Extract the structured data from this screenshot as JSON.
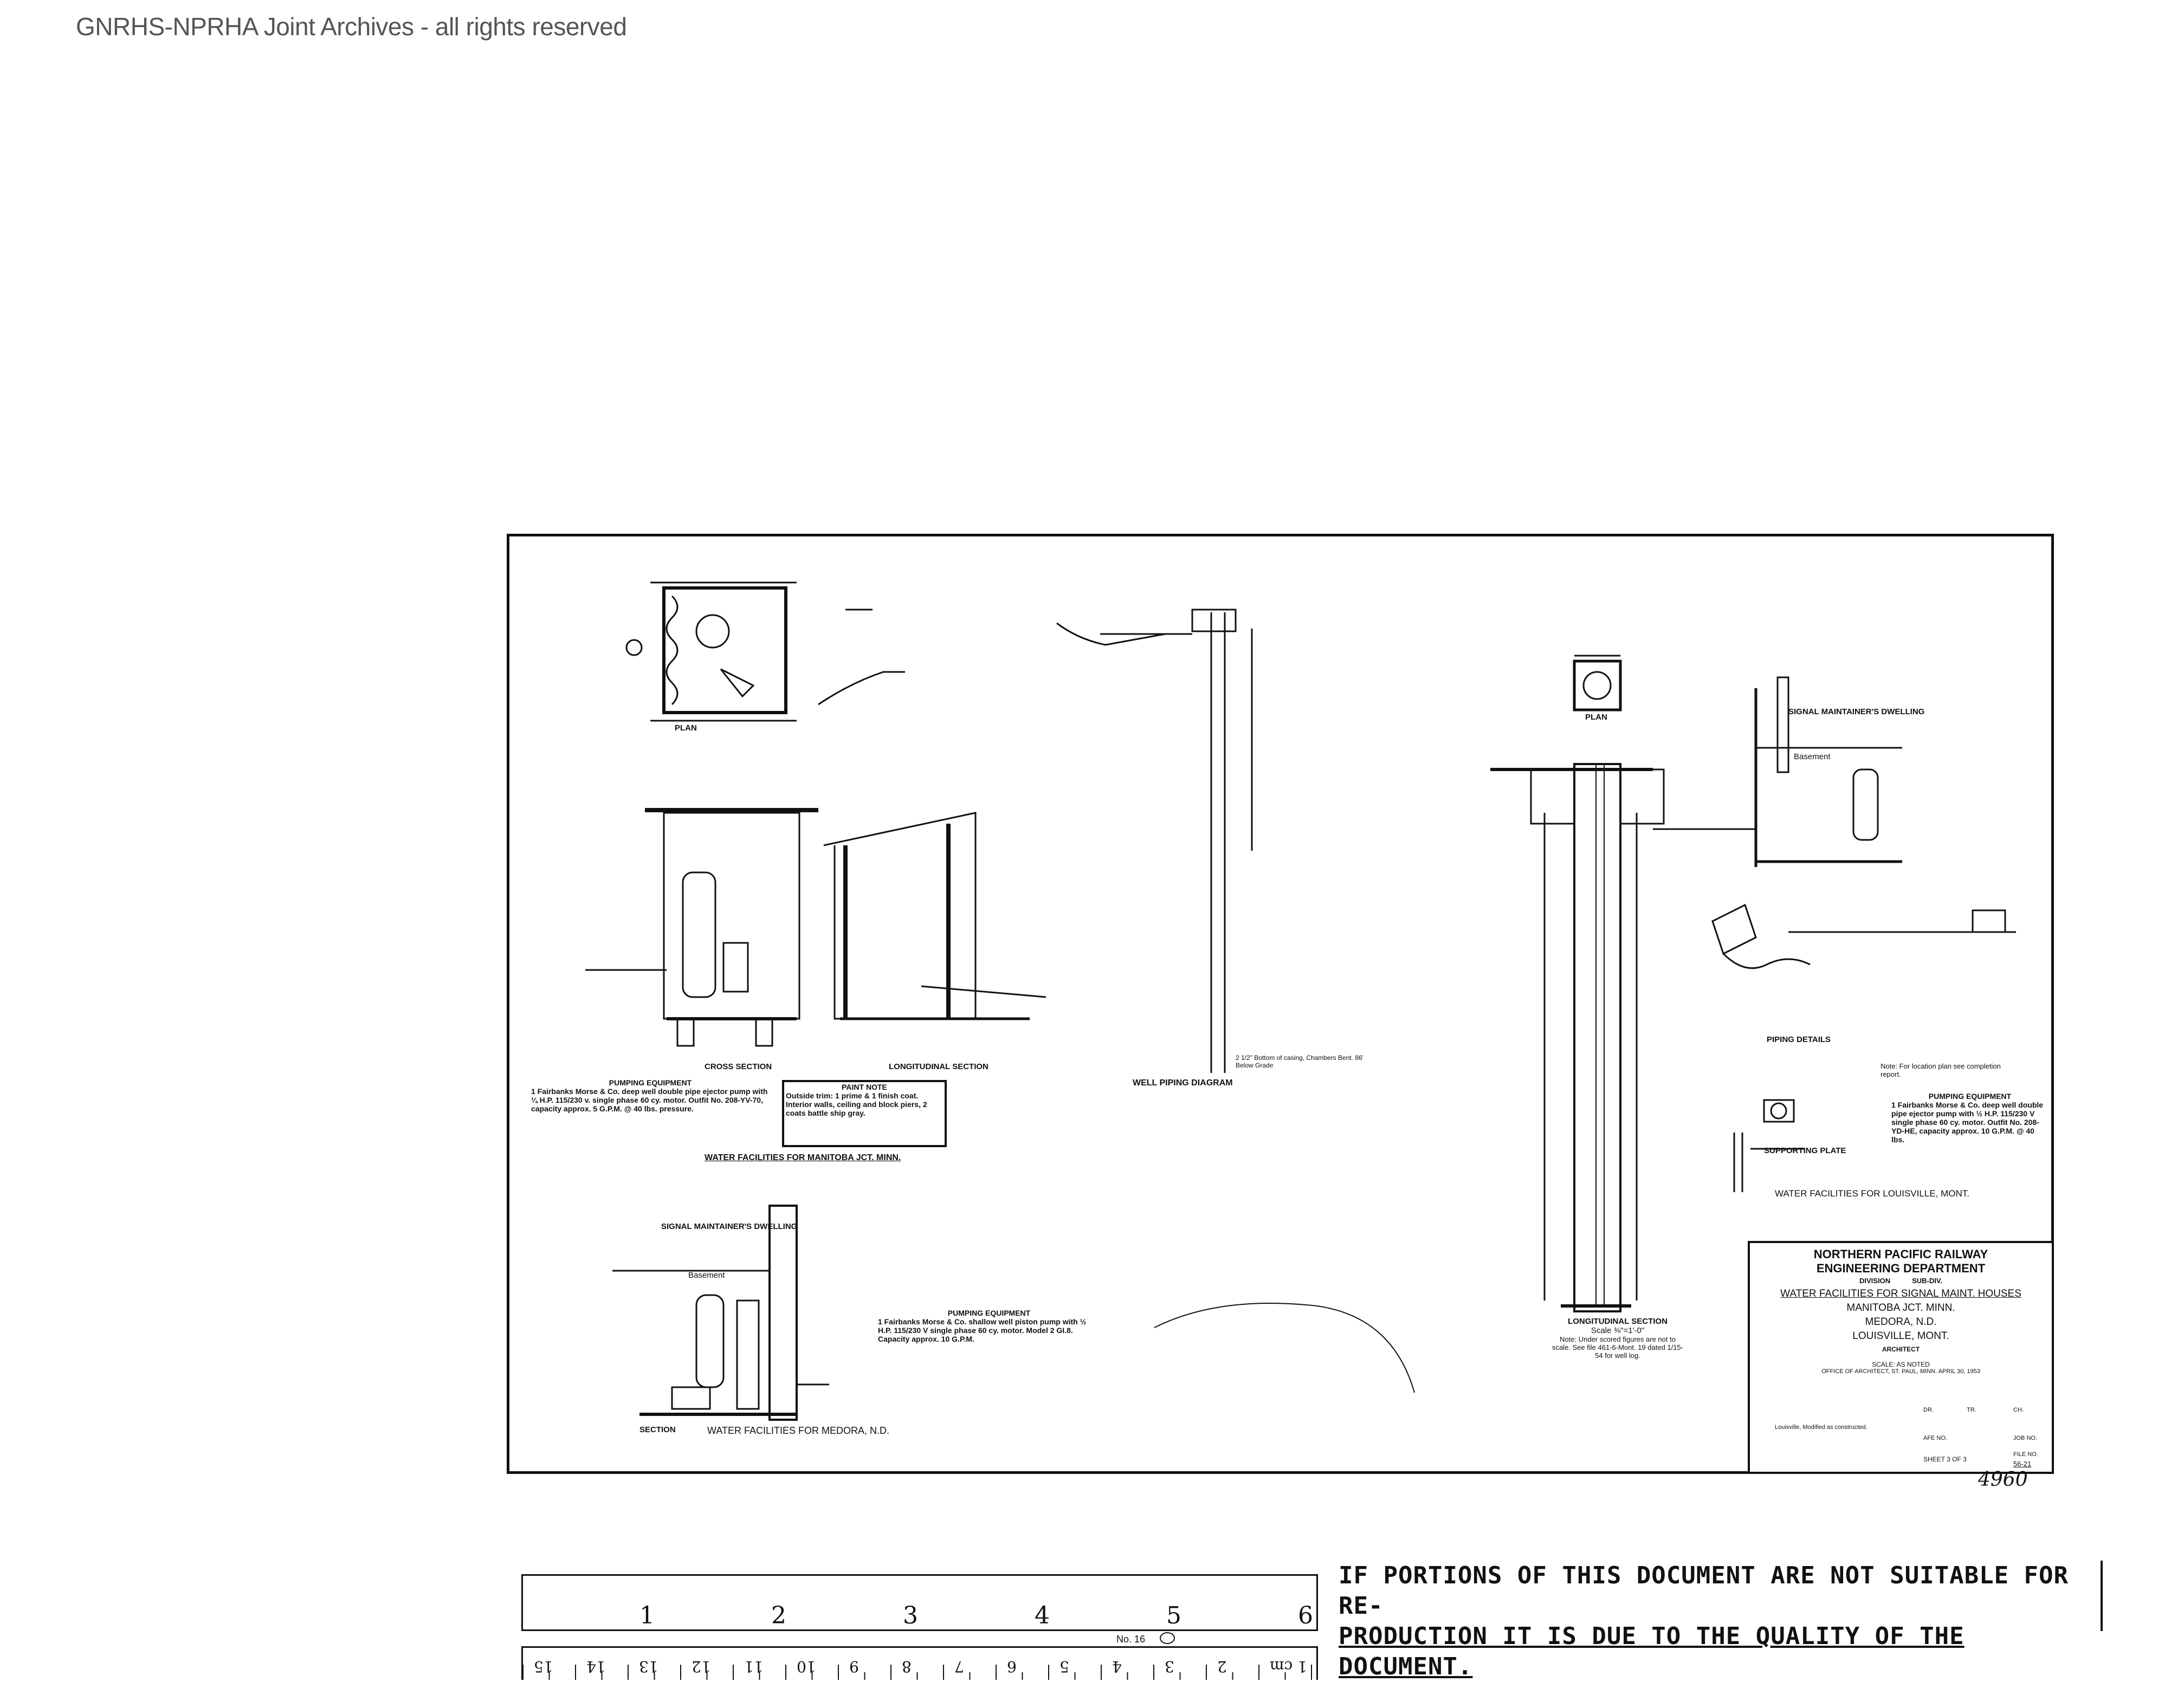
{
  "watermark": "GNRHS-NPRHA Joint Archives - all rights reserved",
  "drawing": {
    "manitoba": {
      "plan_label": "PLAN",
      "cross_section": "CROSS SECTION",
      "longitudinal_section": "LONGITUDINAL SECTION",
      "pumping_equipment_title": "PUMPING EQUIPMENT",
      "pumping_equipment_text": "1 Fairbanks Morse & Co. deep well double pipe ejector pump with ¼ H.P. 115/230 v. single phase 60 cy. motor. Outfit No. 208-YV-70, capacity approx. 5 G.P.M. @ 40 lbs. pressure.",
      "paint_note_title": "PAINT NOTE",
      "paint_note_text": "Outside trim: 1 prime & 1 finish coat. Interior walls, ceiling and block piers, 2 coats battle ship gray.",
      "caption": "WATER FACILITIES FOR MANITOBA JCT. MINN."
    },
    "well_piping": {
      "caption": "WELL PIPING DIAGRAM",
      "note": "2 1/2\" Bottom of casing, Chambers Bent. 86' Below Grade"
    },
    "medora": {
      "dwelling_label": "SIGNAL MAINTAINER'S DWELLING",
      "basement_label": "Basement",
      "section_label": "SECTION",
      "pumping_equipment_title": "PUMPING EQUIPMENT",
      "pumping_equipment_text": "1 Fairbanks Morse & Co. shallow well piston pump with ½ H.P. 115/230 V single phase 60 cy. motor. Model 2 GI.8. Capacity approx. 10 G.P.M.",
      "caption": "WATER FACILITIES FOR MEDORA, N.D."
    },
    "louisville": {
      "plan_label": "PLAN",
      "dwelling_label": "SIGNAL MAINTAINER'S DWELLING",
      "basement_label": "Basement",
      "piping_details": "PIPING DETAILS",
      "location_note": "Note: For location plan see completion report.",
      "pumping_equipment_title": "PUMPING EQUIPMENT",
      "pumping_equipment_text": "1 Fairbanks Morse & Co. deep well double pipe ejector pump with ½ H.P. 115/230 V single phase 60 cy. motor. Outfit No. 208-YD-HE, capacity approx. 10 G.P.M. @ 40 lbs.",
      "supporting_plate": "SUPPORTING PLATE",
      "caption": "WATER FACILITIES FOR LOUISVILLE, MONT.",
      "longitudinal_section": "LONGITUDINAL SECTION",
      "scale": "Scale ⅜\"=1'-0\"",
      "note": "Note: Under scored figures are not to scale. See file 461-6-Mont. 19 dated 1/15-54 for well log."
    },
    "title_block": {
      "line1": "NORTHERN PACIFIC RAILWAY",
      "line2": "ENGINEERING DEPARTMENT",
      "division": "DIVISION",
      "subdiv": "SUB-DIV.",
      "subject": "WATER FACILITIES FOR SIGNAL MAINT. HOUSES",
      "loc1": "MANITOBA JCT. MINN.",
      "loc2": "MEDORA, N.D.",
      "loc3": "LOUISVILLE, MONT.",
      "architect": "ARCHITECT",
      "scale": "SCALE: AS NOTED",
      "office": "OFFICE OF ARCHITECT, ST. PAUL, MINN. APRIL 30, 1953",
      "revision_note": "Louisville, Modified as constructed.",
      "sheet": "SHEET 3 OF 3",
      "file_no_label": "FILE NO.",
      "file_no": "56-21",
      "afe_label": "AFE NO.",
      "job_label": "JOB NO.",
      "dr_label": "DR.",
      "tr_label": "TR.",
      "ch_label": "CH."
    },
    "handwritten_number": "4960"
  },
  "ruler": {
    "inches": [
      "1",
      "2",
      "3",
      "4",
      "5",
      "6"
    ],
    "brand": "No. 16",
    "cm": [
      "15",
      "14",
      "13",
      "12",
      "11",
      "10",
      "9",
      "8",
      "7",
      "6",
      "5",
      "4",
      "3",
      "2",
      "1 cm"
    ]
  },
  "notice": {
    "line1": "IF PORTIONS OF THIS DOCUMENT ARE NOT SUITABLE FOR RE-",
    "line2": "PRODUCTION IT IS DUE TO THE QUALITY OF THE DOCUMENT."
  }
}
